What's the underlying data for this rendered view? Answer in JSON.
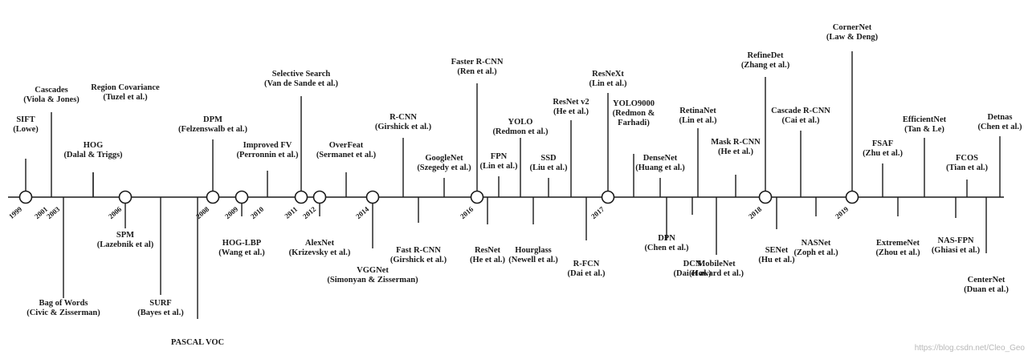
{
  "colors": {
    "line": "#1a1a1a",
    "text": "#1a1a1a",
    "watermark": "#b8b8b8"
  },
  "years": [
    "1999",
    "2001",
    "2003",
    "2006",
    "2008",
    "2009",
    "2010",
    "2011",
    "2012",
    "2014",
    "2016",
    "2017",
    "2018",
    "2019"
  ],
  "events": {
    "sift": [
      "SIFT",
      "(Lowe)"
    ],
    "cascades": [
      "Cascades",
      "(Viola & Jones)"
    ],
    "region_covariance": [
      "Region Covariance",
      "(Tuzel et al.)"
    ],
    "hog": [
      "HOG",
      "(Dalal & Triggs)"
    ],
    "bag_of_words": [
      "Bag of Words",
      "(Civic & Zisserman)"
    ],
    "spm": [
      "SPM",
      "(Lazebnik et al)"
    ],
    "surf": [
      "SURF",
      "(Bayes et al.)"
    ],
    "pascal_voc": [
      "PASCAL VOC"
    ],
    "dpm": [
      "DPM",
      "(Felzenswalb et al.)"
    ],
    "hog_lbp": [
      "HOG-LBP",
      "(Wang et al.)"
    ],
    "improved_fv": [
      "Improved FV",
      "(Perronnin et al.)"
    ],
    "selective_search": [
      "Selective Search",
      "(Van de Sande et al.)"
    ],
    "alexnet": [
      "AlexNet",
      "(Krizevsky et al.)"
    ],
    "overfeat": [
      "OverFeat",
      "(Sermanet et al.)"
    ],
    "vggnet": [
      "VGGNet",
      "(Simonyan & Zisserman)"
    ],
    "rcnn": [
      "R-CNN",
      "(Girshick et al.)"
    ],
    "fast_rcnn": [
      "Fast R-CNN",
      "(Girshick et al.)"
    ],
    "googlenet": [
      "GoogleNet",
      "(Szegedy et al.)"
    ],
    "faster_rcnn": [
      "Faster R-CNN",
      "(Ren et al.)"
    ],
    "resnet": [
      "ResNet",
      "(He et al.)"
    ],
    "fpn": [
      "FPN",
      "(Lin et al.)"
    ],
    "yolo": [
      "YOLO",
      "(Redmon et al.)"
    ],
    "hourglass": [
      "Hourglass",
      "(Newell et al.)"
    ],
    "ssd": [
      "SSD",
      "(Liu et al.)"
    ],
    "resnet_v2": [
      "ResNet v2",
      "(He et al.)"
    ],
    "rfcn": [
      "R-FCN",
      "(Dai et al.)"
    ],
    "resnext": [
      "ResNeXt",
      "(Lin et al.)"
    ],
    "yolo9000": [
      "YOLO9000",
      "(Redmon &",
      "Farhadi)"
    ],
    "densenet": [
      "DenseNet",
      "(Huang et al.)"
    ],
    "dpn": [
      "DPN",
      "(Chen et al.)"
    ],
    "dcn": [
      "DCN",
      "(Dai et al.)"
    ],
    "retinanet": [
      "RetinaNet",
      "(Lin et al.)"
    ],
    "mobilenet": [
      "MobileNet",
      "(Howard et al.)"
    ],
    "mask_rcnn": [
      "Mask R-CNN",
      "(He et al.)"
    ],
    "refinedet": [
      "RefineDet",
      "(Zhang et al.)"
    ],
    "senet": [
      "SENet",
      "(Hu et al.)"
    ],
    "cascade_rcnn": [
      "Cascade R-CNN",
      "(Cai et al.)"
    ],
    "nasnet": [
      "NASNet",
      "(Zoph et al.)"
    ],
    "cornernet": [
      "CornerNet",
      "(Law & Deng)"
    ],
    "fsaf": [
      "FSAF",
      "(Zhu et al.)"
    ],
    "extremenet": [
      "ExtremeNet",
      "(Zhou et al.)"
    ],
    "efficientnet": [
      "EfficientNet",
      "(Tan & Le)"
    ],
    "fcos": [
      "FCOS",
      "(Tian et al.)"
    ],
    "nas_fpn": [
      "NAS-FPN",
      "(Ghiasi et al.)"
    ],
    "detnas": [
      "Detnas",
      "(Chen et al.)"
    ],
    "centernet": [
      "CenterNet",
      "(Duan et al.)"
    ]
  },
  "watermark": "https://blog.csdn.net/Cleo_Geo"
}
